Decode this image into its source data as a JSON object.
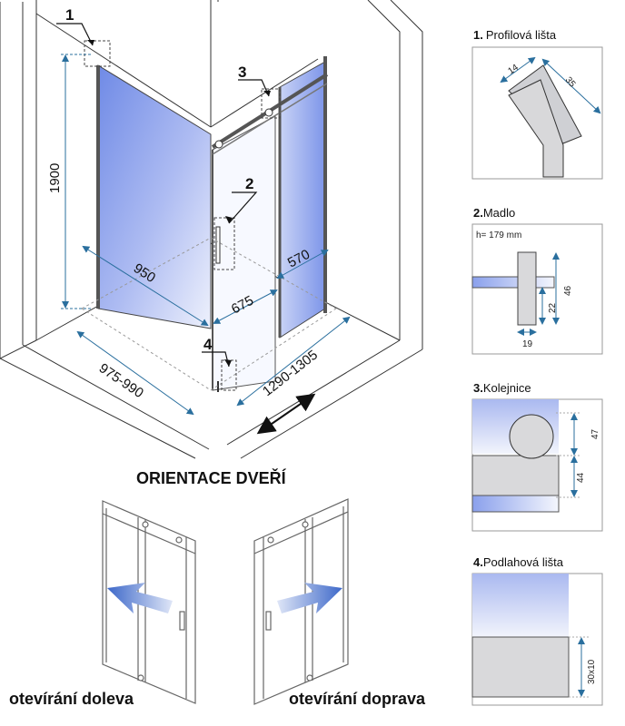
{
  "callouts": [
    "1",
    "2",
    "3",
    "4"
  ],
  "dimensions": {
    "height": "1900",
    "panel_width": "950",
    "door_width": "675",
    "fixed_width": "570",
    "range_left": "975-990",
    "range_right": "1290-1305"
  },
  "orientation": {
    "title": "ORIENTACE DVEŘÍ",
    "left_label": "otevírání doleva",
    "right_label": "otevírání doprava"
  },
  "details": [
    {
      "num": "1.",
      "title": "Profilová lišta",
      "dims": [
        "14",
        "35"
      ]
    },
    {
      "num": "2.",
      "title": "Madlo",
      "note": "h= 179 mm",
      "dims": [
        "46",
        "22",
        "19"
      ]
    },
    {
      "num": "3.",
      "title": "Kolejnice",
      "dims": [
        "47",
        "44"
      ]
    },
    {
      "num": "4.",
      "title": "Podlahová lišta",
      "dims": [
        "30x10"
      ]
    }
  ],
  "colors": {
    "glass_blue": "#7f97e8",
    "dimension_line": "#2a6f9e",
    "detail_border": "#9a9a9a",
    "arrow_blue": "#3d68c9"
  }
}
